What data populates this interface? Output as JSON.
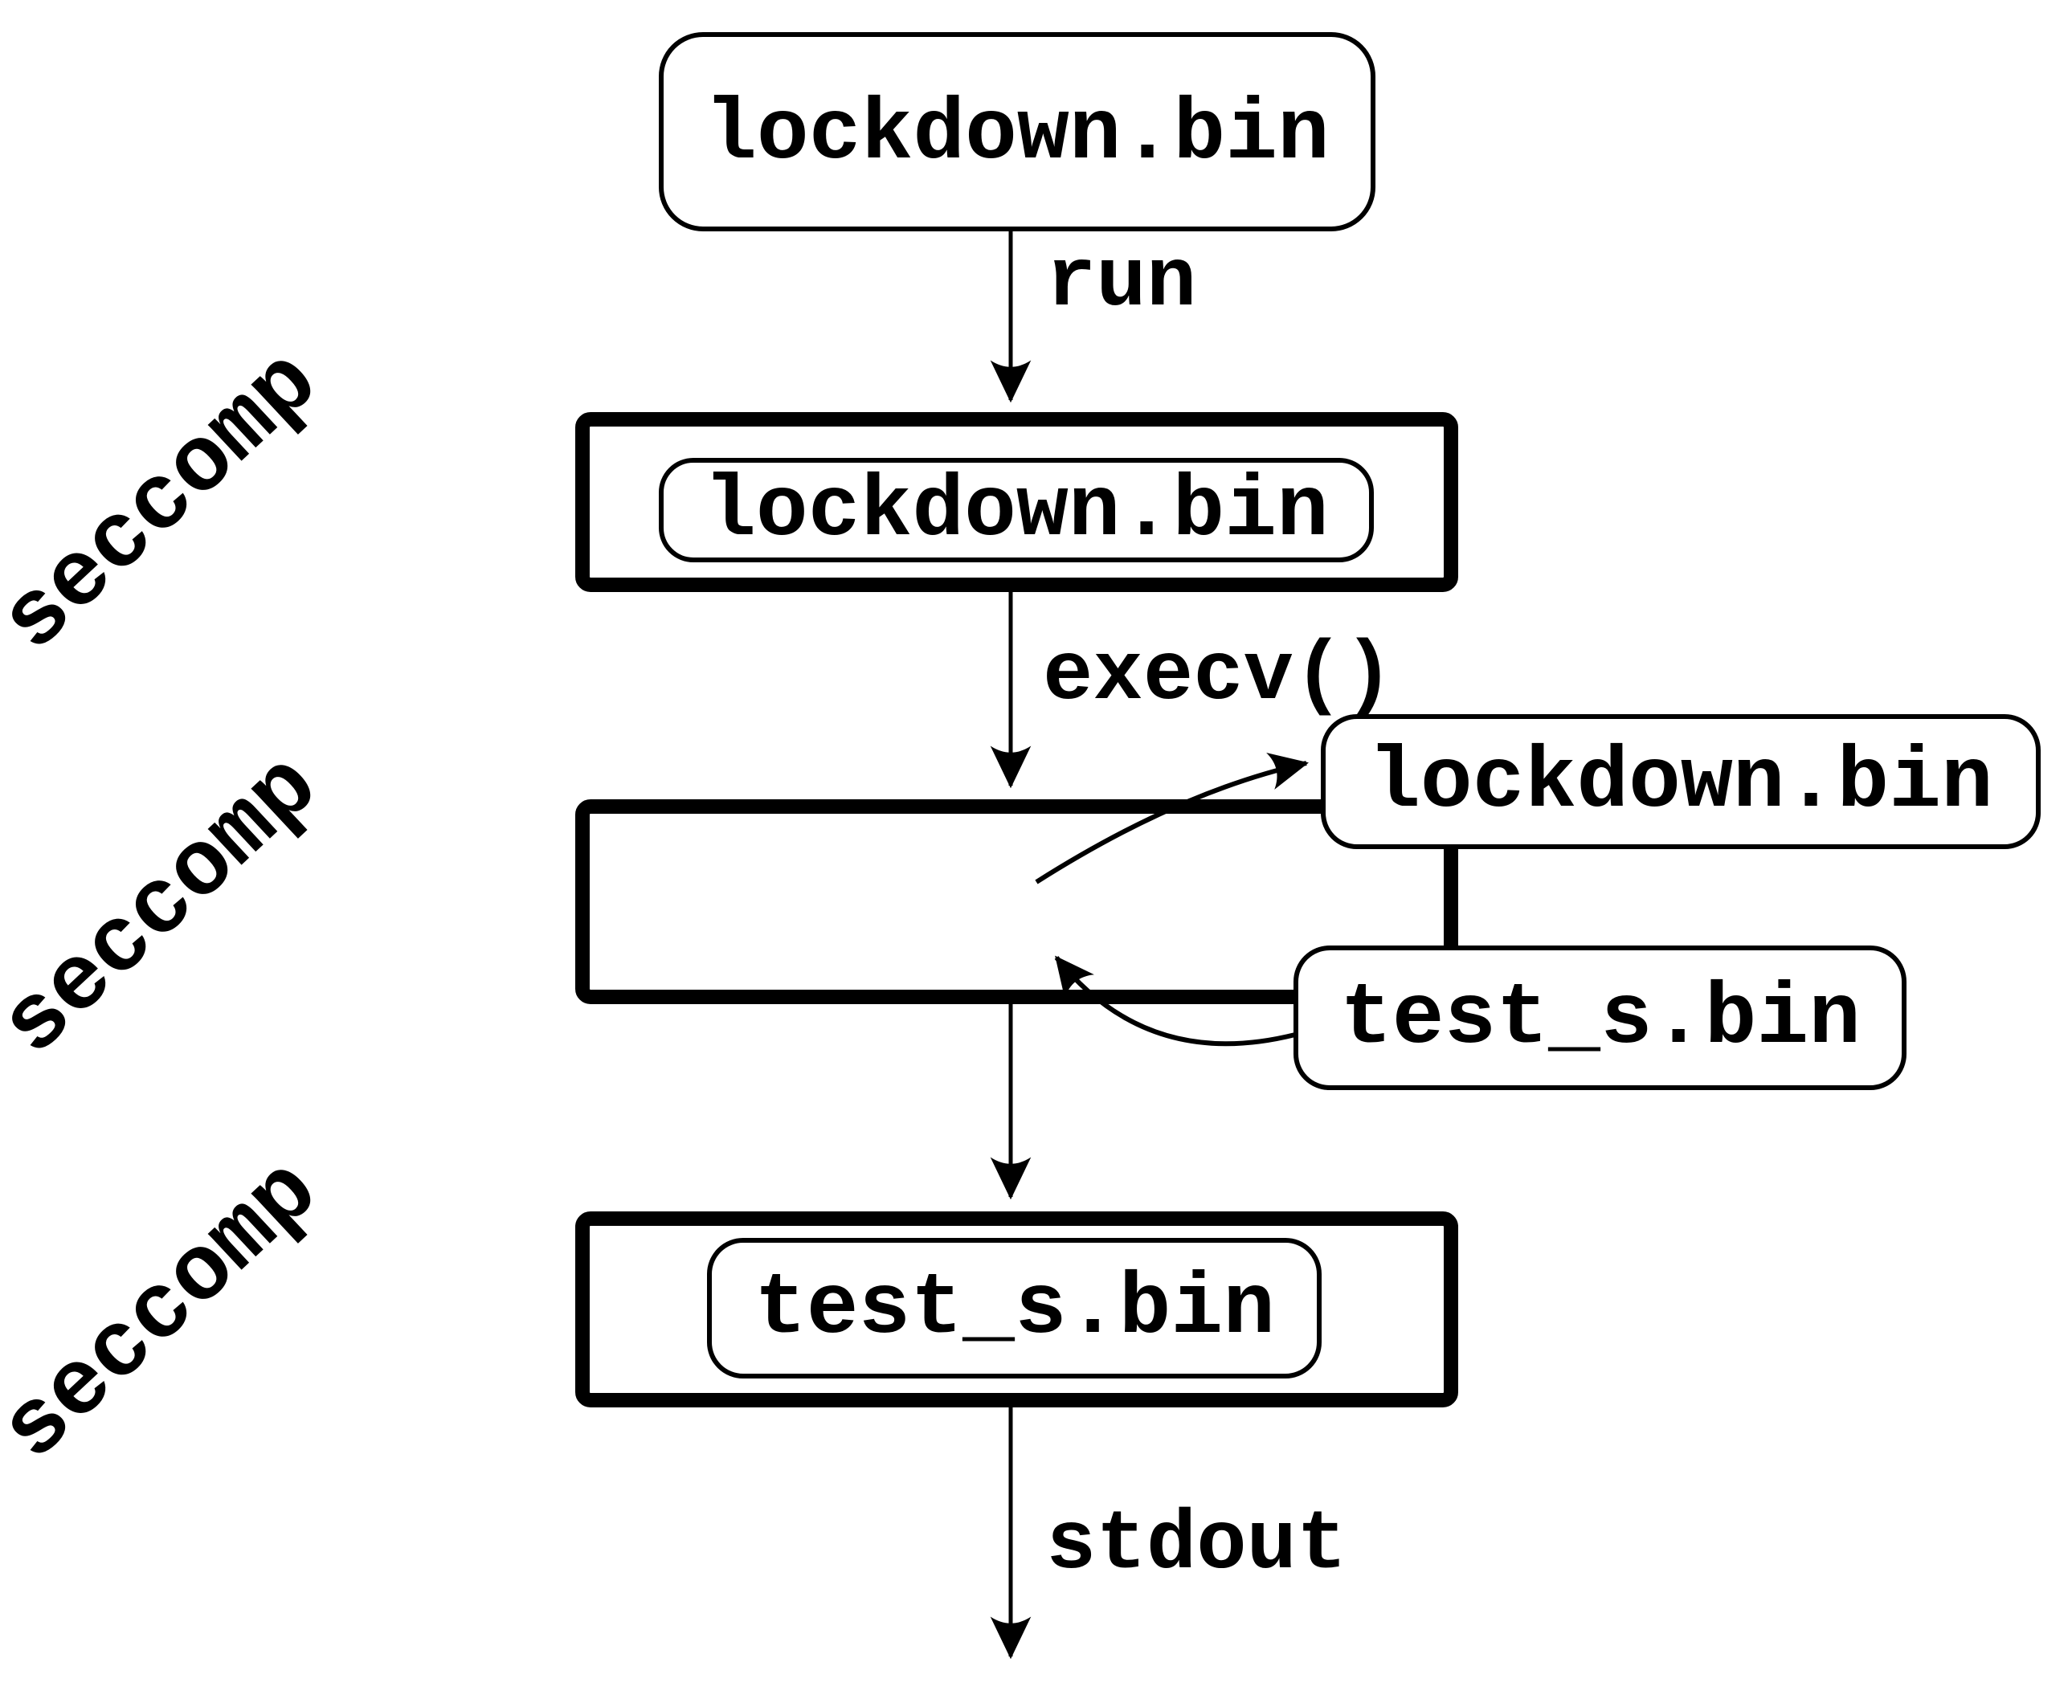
{
  "diagram": {
    "description": "seccomp sandbox execv flow",
    "sandbox_label": "seccomp",
    "nodes": {
      "start_binary": {
        "label": "lockdown.bin"
      },
      "stage1_process": {
        "inner_label": "lockdown.bin"
      },
      "stage2_old_binary": {
        "label": "lockdown.bin"
      },
      "stage2_new_binary": {
        "label": "test_s.bin"
      },
      "stage3_process": {
        "inner_label": "test_s.bin"
      }
    },
    "edges": {
      "run_label": "run",
      "execv_label": "execv()",
      "stdout_label": "stdout"
    },
    "colors": {
      "swapped_binary_fill": "#c2c2c2",
      "binary_fill": "#ffffff",
      "line_color": "#000000"
    }
  }
}
